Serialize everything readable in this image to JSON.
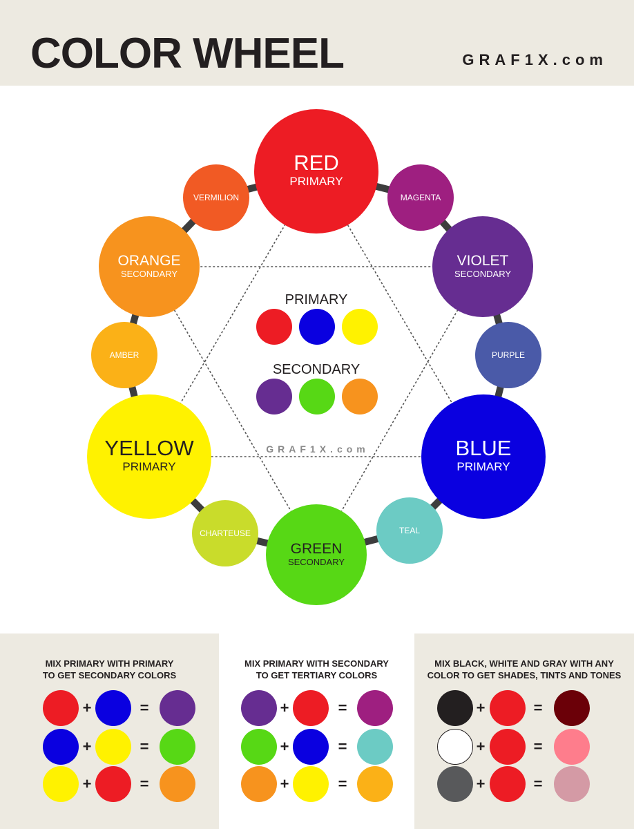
{
  "header": {
    "title": "COLOR WHEEL",
    "logo": "GRAF1X.com"
  },
  "colors": {
    "red": "#ed1c24",
    "vermilion": "#f15a24",
    "orange": "#f7931e",
    "amber": "#fbb117",
    "yellow": "#fff200",
    "chartreuse": "#c9dc2b",
    "green": "#57d815",
    "teal": "#6ccbc4",
    "blue": "#0a00e0",
    "purple": "#4a5aa8",
    "violet": "#662d91",
    "magenta": "#9e1f80",
    "ring": "#3d3d3d",
    "header_bg": "#edeae1",
    "text_dark": "#231f20",
    "black": "#231f20",
    "white": "#ffffff",
    "gray": "#58595b",
    "shade": "#6b0008",
    "tint": "#fe7d8c",
    "tone": "#d49aa5"
  },
  "wheel": {
    "nodes": [
      {
        "key": "red",
        "name": "RED",
        "role": "PRIMARY",
        "size": "large",
        "text_color": "#ffffff"
      },
      {
        "key": "magenta",
        "name": "MAGENTA",
        "role": "",
        "size": "small",
        "text_color": "#ffffff"
      },
      {
        "key": "violet",
        "name": "VIOLET",
        "role": "SECONDARY",
        "size": "medium",
        "text_color": "#ffffff"
      },
      {
        "key": "purple",
        "name": "PURPLE",
        "role": "",
        "size": "small",
        "text_color": "#ffffff"
      },
      {
        "key": "blue",
        "name": "BLUE",
        "role": "PRIMARY",
        "size": "large",
        "text_color": "#ffffff"
      },
      {
        "key": "teal",
        "name": "TEAL",
        "role": "",
        "size": "small",
        "text_color": "#ffffff"
      },
      {
        "key": "green",
        "name": "GREEN",
        "role": "SECONDARY",
        "size": "medium",
        "text_color": "#231f20"
      },
      {
        "key": "chartreuse",
        "name": "CHARTEUSE",
        "role": "",
        "size": "small",
        "text_color": "#ffffff"
      },
      {
        "key": "yellow",
        "name": "YELLOW",
        "role": "PRIMARY",
        "size": "large",
        "text_color": "#231f20"
      },
      {
        "key": "amber",
        "name": "AMBER",
        "role": "",
        "size": "small",
        "text_color": "#ffffff"
      },
      {
        "key": "orange",
        "name": "ORANGE",
        "role": "SECONDARY",
        "size": "medium",
        "text_color": "#ffffff"
      },
      {
        "key": "vermilion",
        "name": "VERMILION",
        "role": "",
        "size": "small",
        "text_color": "#ffffff"
      }
    ],
    "legend": {
      "primary_label": "PRIMARY",
      "primary_colors": [
        "red",
        "blue",
        "yellow"
      ],
      "secondary_label": "SECONDARY",
      "secondary_colors": [
        "violet",
        "green",
        "orange"
      ]
    },
    "watermark": "GRAF1X.com"
  },
  "panels": [
    {
      "title": "MIX PRIMARY WITH PRIMARY\nTO GET SECONDARY COLORS",
      "background": "#edeae1",
      "rows": [
        {
          "a": "red",
          "b": "blue",
          "result": "violet"
        },
        {
          "a": "blue",
          "b": "yellow",
          "result": "green"
        },
        {
          "a": "yellow",
          "b": "red",
          "result": "orange"
        }
      ]
    },
    {
      "title": "MIX PRIMARY WITH SECONDARY\nTO GET TERTIARY COLORS",
      "background": "#ffffff",
      "rows": [
        {
          "a": "violet",
          "b": "red",
          "result": "magenta"
        },
        {
          "a": "green",
          "b": "blue",
          "result": "teal"
        },
        {
          "a": "orange",
          "b": "yellow",
          "result": "amber"
        }
      ]
    },
    {
      "title": "MIX BLACK, WHITE AND GRAY WITH ANY\nCOLOR TO GET SHADES, TINTS AND TONES",
      "background": "#edeae1",
      "rows": [
        {
          "a": "black",
          "b": "red",
          "result": "shade"
        },
        {
          "a": "white",
          "b": "red",
          "result": "tint"
        },
        {
          "a": "gray",
          "b": "red",
          "result": "tone"
        }
      ]
    }
  ],
  "operators": {
    "plus": "+",
    "equals": "="
  }
}
